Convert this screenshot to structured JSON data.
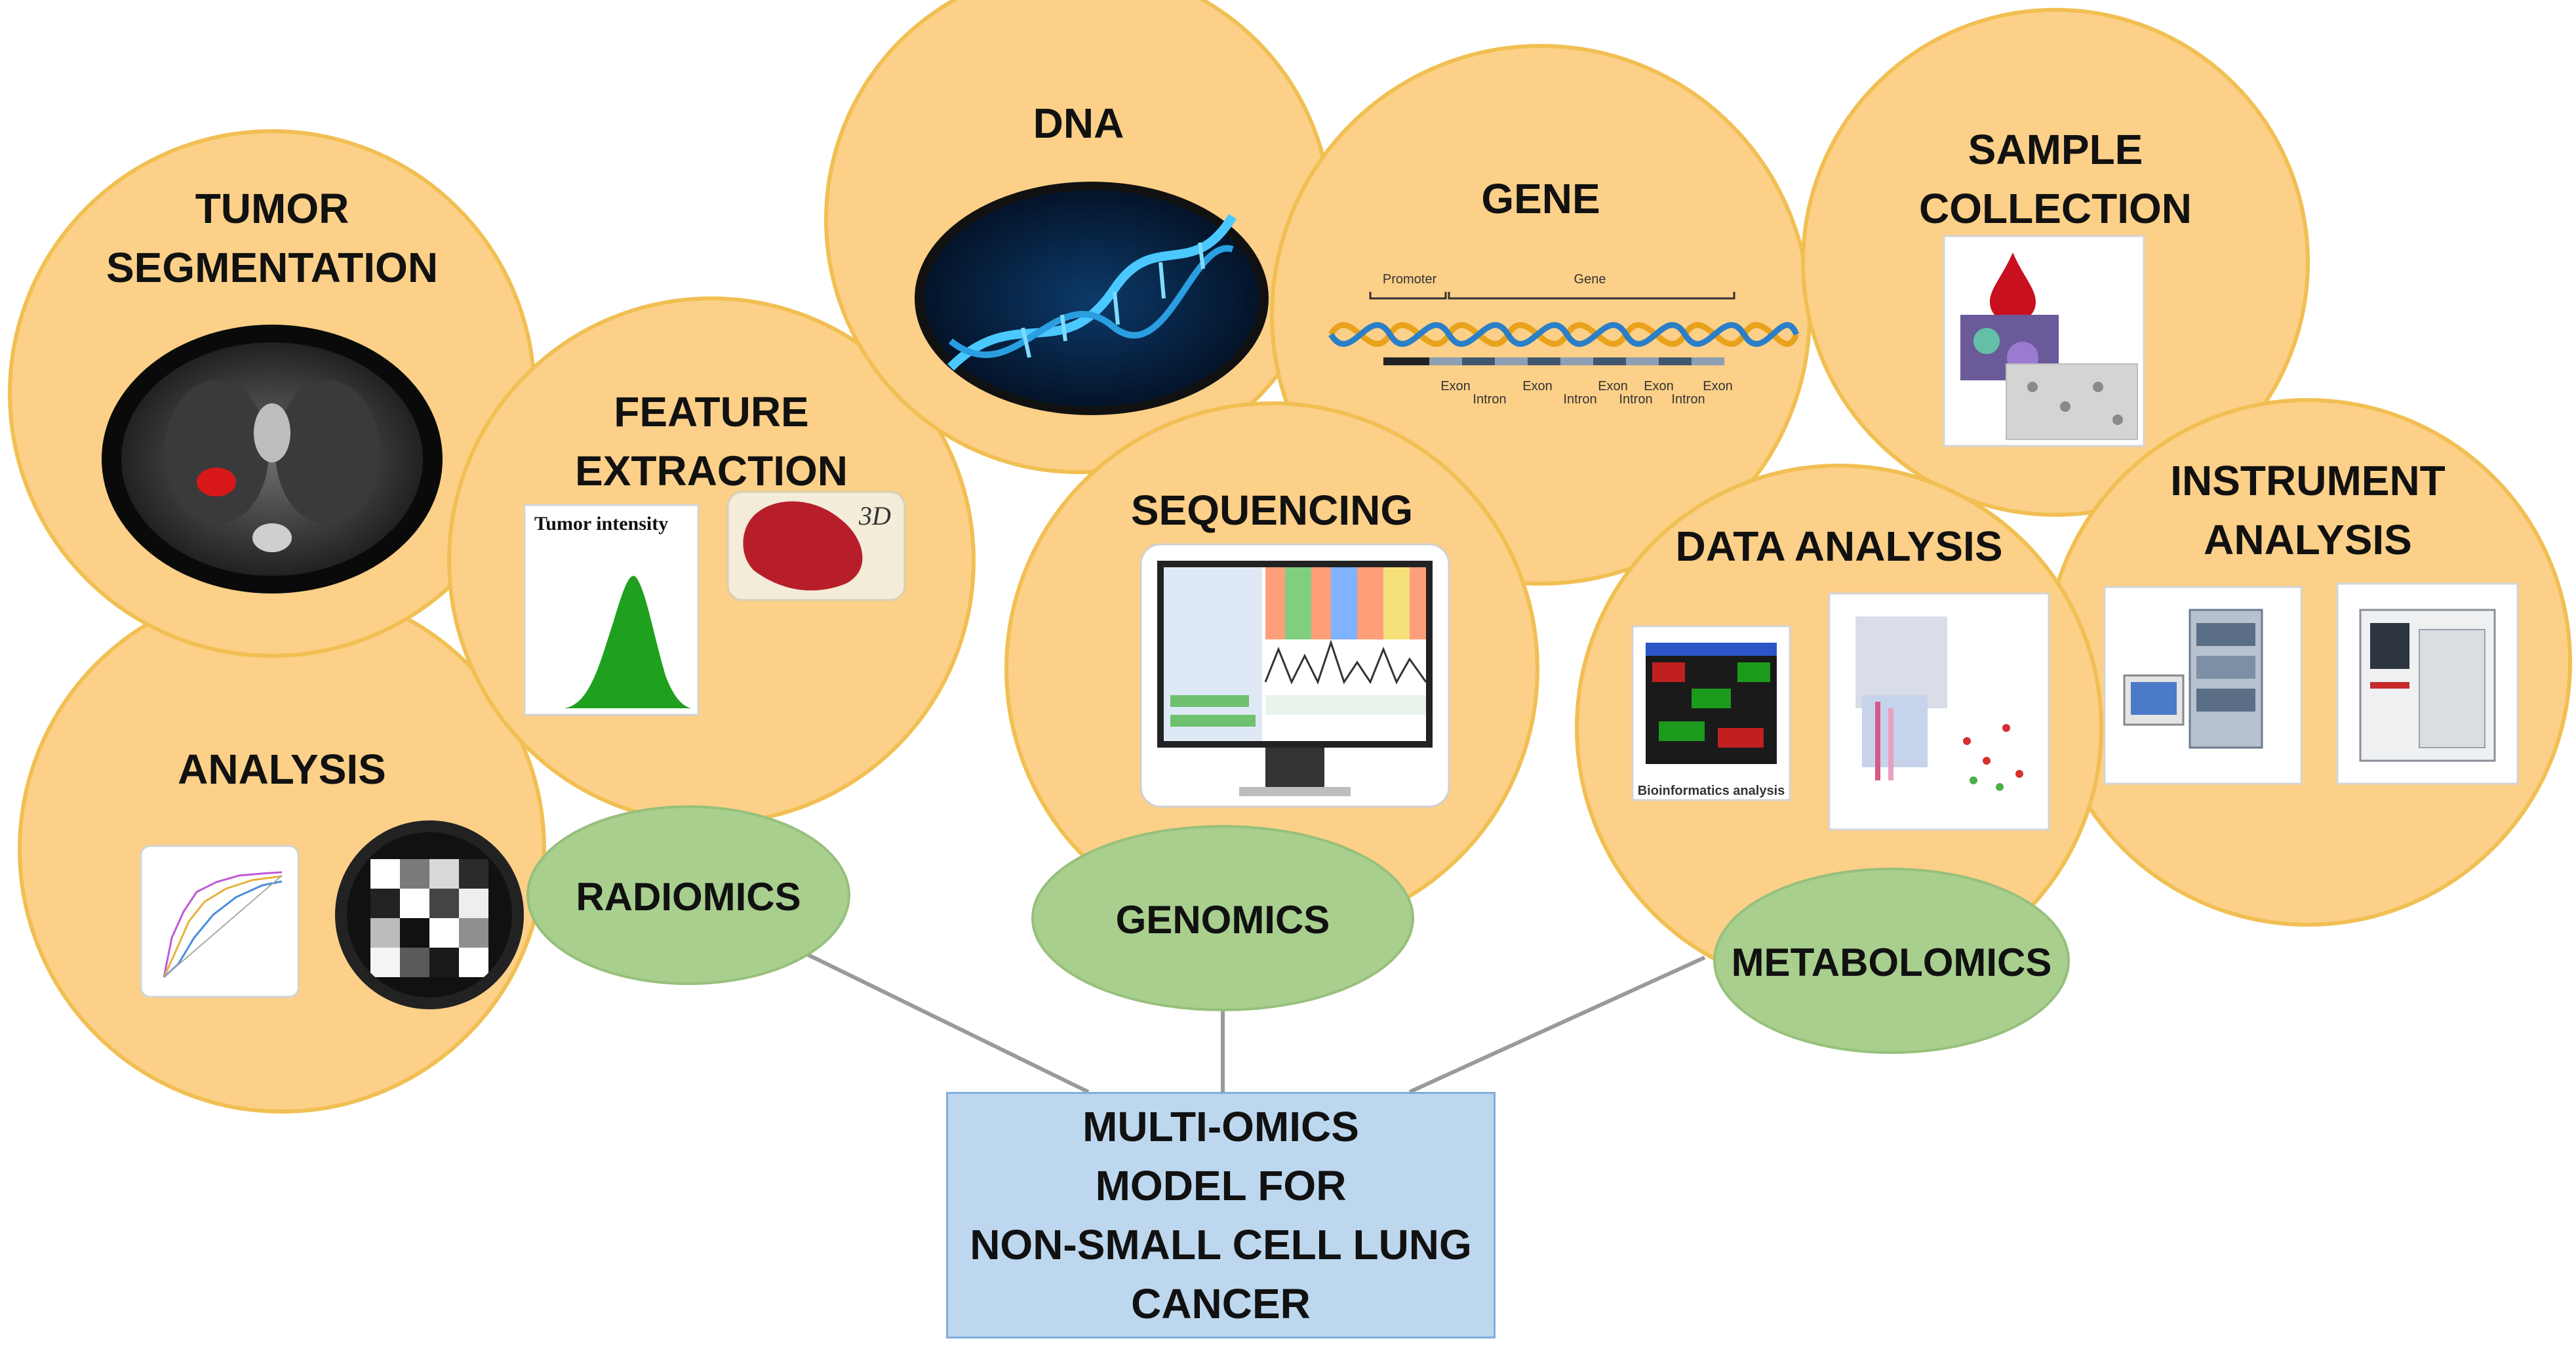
{
  "bubbles": {
    "tumor_segmentation": [
      "TUMOR",
      "SEGMENTATION"
    ],
    "feature_extraction": [
      "FEATURE",
      "EXTRACTION"
    ],
    "analysis": "ANALYSIS",
    "dna": "DNA",
    "gene": "GENE",
    "sequencing": "SEQUENCING",
    "sample_collection": [
      "SAMPLE",
      "COLLECTION"
    ],
    "data_analysis": "DATA ANALYSIS",
    "instrument_analysis": [
      "INSTRUMENT",
      "ANALYSIS"
    ]
  },
  "images": {
    "tumor_intensity_caption": "Tumor intensity",
    "feature_3d_caption": "3D",
    "gene_promoter": "Promoter",
    "gene_gene": "Gene",
    "gene_exon": "Exon",
    "gene_intron": "Intron",
    "bioinformatics_caption": "Bioinformatics analysis"
  },
  "categories": {
    "radiomics": "RADIOMICS",
    "genomics": "GENOMICS",
    "metabolomics": "METABOLOMICS"
  },
  "center": {
    "lines": [
      "MULTI-OMICS",
      "MODEL FOR",
      "NON-SMALL CELL LUNG",
      "CANCER"
    ]
  },
  "colors": {
    "bubble_fill": "#fcd088",
    "oval_fill": "#a9cf8e",
    "center_fill": "#bdd7ee"
  }
}
